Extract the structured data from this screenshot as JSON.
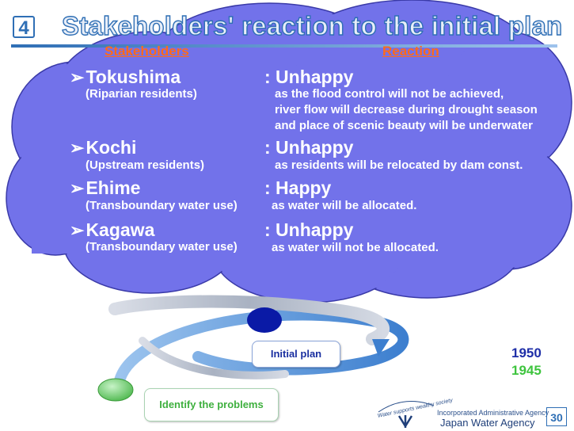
{
  "slide": {
    "number_badge": "4",
    "title": "Stakeholders' reaction to the initial plan",
    "page_number": "30"
  },
  "table": {
    "header_stakeholders": "Stakeholders",
    "header_reaction": "Reaction",
    "rows": [
      {
        "name": "Tokushima",
        "sub": "(Riparian residents)",
        "reaction": ": Unhappy",
        "reasons": [
          "as the flood control will not be achieved,",
          "river flow will decrease during drought season",
          "and place of scenic beauty will be underwater"
        ]
      },
      {
        "name": "Kochi",
        "sub": "(Upstream residents)",
        "reaction": ": Unhappy",
        "reasons": [
          "as residents will be relocated by dam const."
        ]
      },
      {
        "name": "Ehime",
        "sub": "(Transboundary water use)",
        "reaction": ": Happy",
        "reasons": [
          "as water will be allocated."
        ]
      },
      {
        "name": "Kagawa",
        "sub": "(Transboundary water use)",
        "reaction": ": Unhappy",
        "reasons": [
          "as water will not be allocated."
        ]
      }
    ]
  },
  "diagram": {
    "initial_plan": "Initial plan",
    "identify_problems": "Identify the problems",
    "year_top": "1950",
    "year_bottom": "1945"
  },
  "footer": {
    "motto": "Water supports wealthy society",
    "org_subtitle": "Incorporated Administrative Agency",
    "org_name": "Japan Water Agency"
  },
  "colors": {
    "cloud": "#7272ea",
    "title_stroke": "#2f6fb5",
    "header_text": "#ff6a1a",
    "year_top": "#1f2fa8",
    "year_bottom": "#3ec43e"
  }
}
